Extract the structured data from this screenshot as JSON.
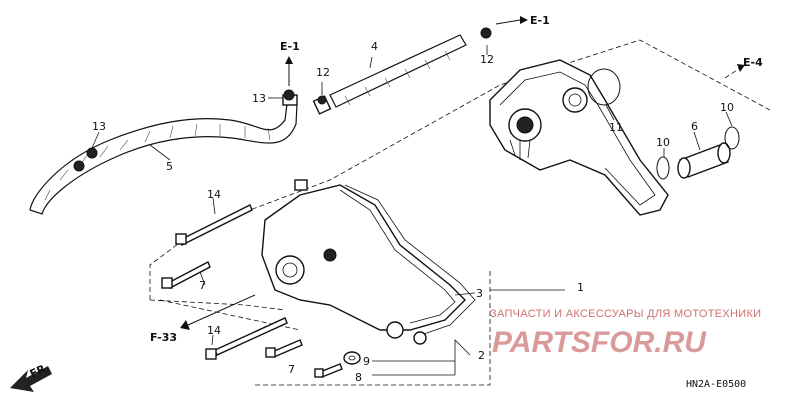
{
  "diagram": {
    "part_numbers": {
      "p1": "1",
      "p2": "2",
      "p3": "3",
      "p4": "4",
      "p5": "5",
      "p6": "6",
      "p7a": "7",
      "p7b": "7",
      "p8": "8",
      "p9": "9",
      "p10a": "10",
      "p10b": "10",
      "p11": "11",
      "p12a": "12",
      "p12b": "12",
      "p13a": "13",
      "p13b": "13",
      "p14a": "14",
      "p14b": "14"
    },
    "references": {
      "e1_top": "E-1",
      "e1_left": "E-1",
      "e4": "E-4",
      "f33": "F-33",
      "fr": "FR."
    },
    "diagram_code": "HN2A-E0500"
  },
  "watermark": {
    "tagline": "ЗАПЧАСТИ И АКСЕССУАРЫ ДЛЯ МОТОТЕХНИКИ",
    "brand": "PARTSFOR.RU"
  }
}
